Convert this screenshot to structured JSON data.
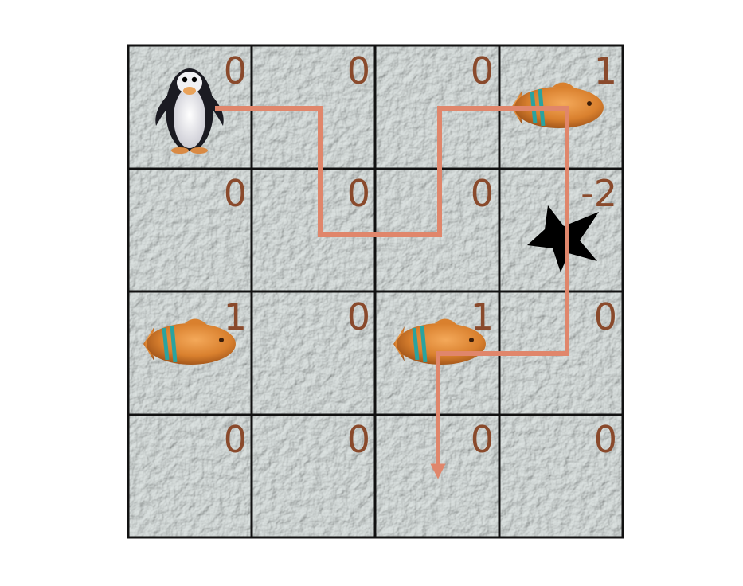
{
  "grid": {
    "rows": 4,
    "cols": 4,
    "rewards": [
      [
        "0",
        "0",
        "0",
        "1"
      ],
      [
        "0",
        "0",
        "0",
        "-2"
      ],
      [
        "1",
        "0",
        "1",
        "0"
      ],
      [
        "0",
        "0",
        "0",
        "0"
      ]
    ]
  },
  "agent": {
    "icon": "penguin-icon",
    "cell": [
      0,
      0
    ]
  },
  "fish": [
    {
      "icon": "fish-icon",
      "cell": [
        0,
        3
      ]
    },
    {
      "icon": "fish-icon",
      "cell": [
        2,
        0
      ]
    },
    {
      "icon": "fish-icon",
      "cell": [
        2,
        2
      ]
    }
  ],
  "hazard": {
    "icon": "hole-star-icon",
    "cell": [
      1,
      3
    ]
  },
  "path": {
    "color": "#e0866b",
    "direction": "downward-arrow-end"
  },
  "colors": {
    "ice": "#c5d0ce",
    "grid_line": "#111111",
    "reward_text": "#8a4a2c",
    "fish_body": "#d9802e",
    "fish_stripe": "#2aa3a0"
  }
}
